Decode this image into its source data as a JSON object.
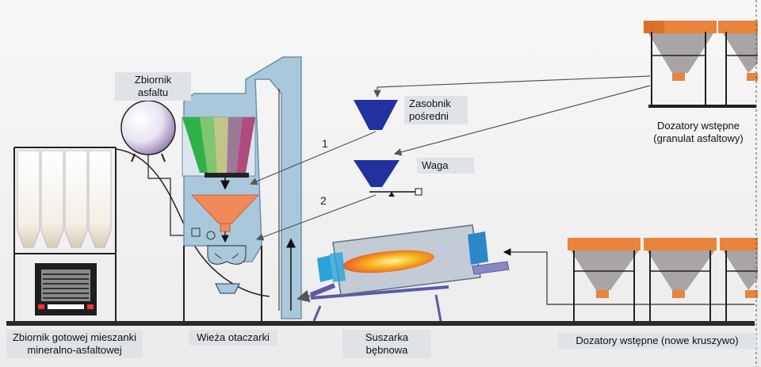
{
  "labels": {
    "asphalt_tank": "Zbiornik asfaltu",
    "intermediate_hopper": "Zasobnik pośredni",
    "scale": "Waga",
    "predosers_granulate": "Dozatory wstępne (granulat asfaltowy)",
    "finished_mix_tank": "Zbiornik gotowej mieszanki mineralno-asfaltowej",
    "coating_tower": "Wieża otaczarki",
    "drum_dryer": "Suszarka bębnowa",
    "predosers_new_aggregate": "Dozatory wstępne (nowe kruszywo)"
  },
  "route_numbers": {
    "route1": "1",
    "route2": "2"
  },
  "colors": {
    "tower": "#a9c8dc",
    "tower_stroke": "#6f8fa6",
    "hopper_blue": "#2230a0",
    "funnel_orange": "#f08a58",
    "dryer_fill": "#c3ccd6",
    "flame": "#f5b020",
    "doser_orange": "#e8843c",
    "doser_gray": "#a9a5a5",
    "ground": "#2a2a2a",
    "fractions": [
      "#2fb14a",
      "#7fc66f",
      "#c3c48a",
      "#9a7a98",
      "#b04b7d"
    ]
  }
}
